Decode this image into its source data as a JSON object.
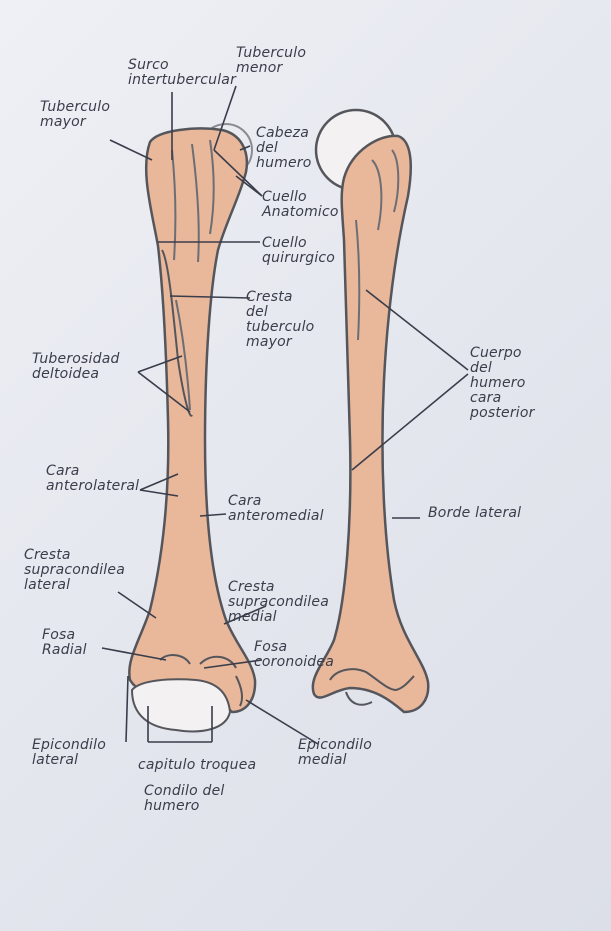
{
  "diagram": {
    "labels": {
      "surco_intertubercular": "Surco\nintertubercular",
      "tuberculo_menor": "Tuberculo\nmenor",
      "tuberculo_mayor": "Tuberculo\nmayor",
      "cabeza_humero": "Cabeza\ndel\nhumero",
      "cuello_anatomico": "Cuello\nAnatomico",
      "cuello_quirurgico": "Cuello\nquirurgico",
      "cresta_tuberculo_mayor": "Cresta\ndel\ntuberculo\nmayor",
      "tuberosidad_deltoidea": "Tuberosidad\ndeltoidea",
      "cara_anterolateral": "Cara\nanterolateral",
      "cara_anteromedial": "Cara\nanteromedial",
      "cresta_supracondilea_lateral": "Cresta\nsupracondilea\nlateral",
      "cresta_supracondilea_medial": "Cresta\nsupracondilea\nmedial",
      "fosa_radial": "Fosa\nRadial",
      "fosa_coronoidea": "Fosa\ncoronoidea",
      "epicondilo_lateral": "Epicondilo\nlateral",
      "capitulo_troquea": "capitulo troquea",
      "condilo_humero": "Condilo del\nhumero",
      "epicondilo_medial": "Epicondilo\nmedial",
      "cuerpo_cara_posterior": "Cuerpo\ndel\nhumero\ncara\nposterior",
      "borde_lateral": "Borde lateral"
    },
    "colors": {
      "bone_fill": "#e9b79a",
      "bone_shade": "#d79a7b",
      "outline": "#55565c",
      "leader": "#3a3d4a",
      "paper": "#e8eaf1"
    }
  }
}
